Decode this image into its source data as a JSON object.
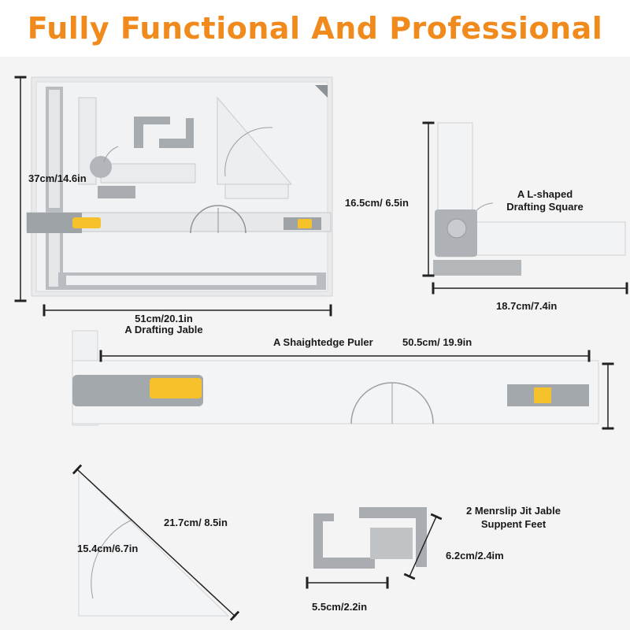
{
  "headline": "Fully Functional And Professional",
  "colors": {
    "headline": "#f08a1c",
    "accent_yellow": "#f5c22b",
    "gray_part": "#b6babd",
    "panel_bg": "#f4f4f4"
  },
  "board": {
    "height_label": "37cm/14.6in",
    "width_label": "51cm/20.1in",
    "name": "A Drafting Jable"
  },
  "square": {
    "height_label": "16.5cm/ 6.5in",
    "name_line1": "A L-shaped",
    "name_line2": "Drafting Square",
    "width_label": "18.7cm/7.4in"
  },
  "ruler": {
    "name": "A Shaightedge Puler",
    "length_label": "50.5cm/ 19.9in"
  },
  "triangle": {
    "hyp_label": "21.7cm/ 8.5in",
    "height_label": "15.4cm/6.7in"
  },
  "feet": {
    "name_line1": "2 Menrslip Jit Jable",
    "name_line2": "Suppent Feet",
    "height_label": "6.2cm/2.4im",
    "width_label": "5.5cm/2.2in"
  }
}
